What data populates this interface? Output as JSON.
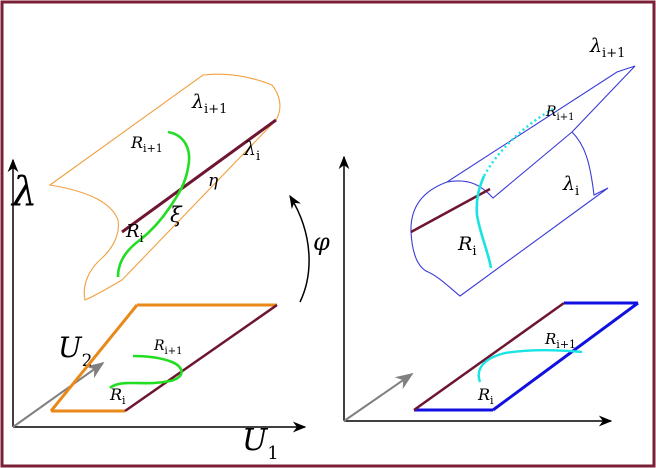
{
  "colors": {
    "frame": "#7a1f35",
    "axis": "#000000",
    "axis_diag": "#808080",
    "orange": "#f0a040",
    "orange_dark": "#e8891a",
    "maroon": "#6e1530",
    "green": "#22dd22",
    "blue": "#3a3ad8",
    "blue_dark": "#1010e0",
    "cyan": "#19e3e3"
  },
  "left": {
    "axis_lambda": "λ",
    "axis_u1": "U",
    "axis_u1_sub": "1",
    "axis_u2": "U",
    "axis_u2_sub": "2",
    "surf_top": "λ",
    "surf_top_sub": "i+1",
    "surf_edge": "λ",
    "surf_edge_sub": "i",
    "curve_top": "R",
    "curve_top_sub": "i+1",
    "curve_bottom": "R",
    "curve_bottom_sub": "i",
    "eta": "η",
    "xi": "ξ",
    "plane_top": "R",
    "plane_top_sub": "i+1",
    "plane_bottom": "R",
    "plane_bottom_sub": "i"
  },
  "map_label": "φ",
  "right": {
    "surf_top": "λ",
    "surf_top_sub": "i+1",
    "surf_side": "λ",
    "surf_side_sub": "i",
    "curve_top": "R",
    "curve_top_sub": "i+1",
    "curve_bottom": "R",
    "curve_bottom_sub": "i",
    "plane_top": "R",
    "plane_top_sub": "i+1",
    "plane_bottom": "R",
    "plane_bottom_sub": "i"
  }
}
